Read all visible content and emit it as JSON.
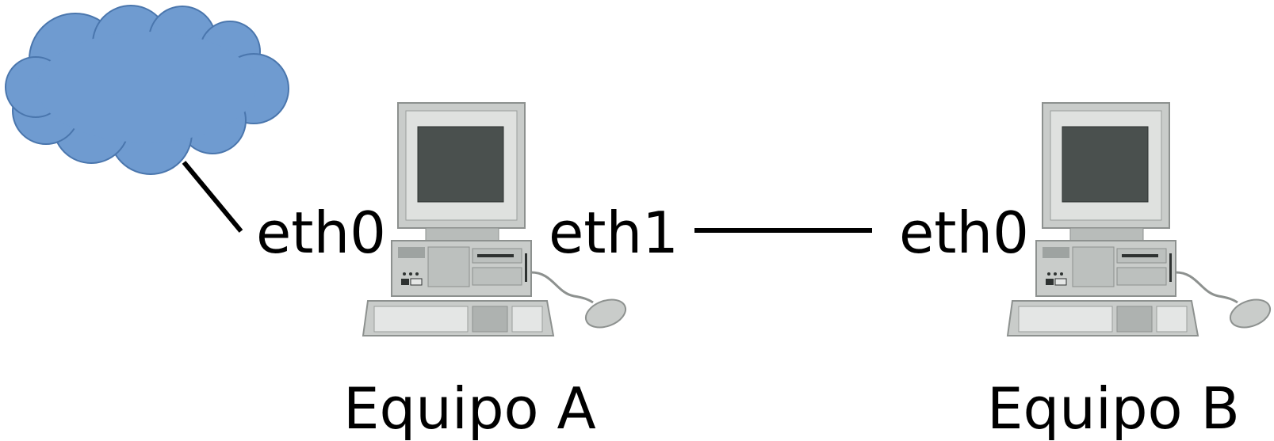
{
  "diagram": {
    "nodes": [
      {
        "id": "internet",
        "kind": "cloud"
      },
      {
        "id": "equipo_a",
        "kind": "computer",
        "label": "Equipo A"
      },
      {
        "id": "equipo_b",
        "kind": "computer",
        "label": "Equipo B"
      }
    ],
    "interfaces": {
      "equipo_a_eth0": "eth0",
      "equipo_a_eth1": "eth1",
      "equipo_b_eth0": "eth0"
    },
    "links": [
      {
        "from": "internet",
        "to": "equipo_a",
        "interface": "eth0"
      },
      {
        "from": "equipo_a",
        "to": "equipo_b",
        "from_interface": "eth1",
        "to_interface": "eth0"
      }
    ]
  },
  "colors": {
    "cloud_fill": "#6f9bd0",
    "cloud_stroke": "#4a76ad",
    "link": "#000000",
    "computer_body": "#c9ccca",
    "computer_screen": "#4a504e"
  },
  "icons": {
    "cloud": "cloud-icon",
    "computer": "desktop-computer-icon"
  }
}
